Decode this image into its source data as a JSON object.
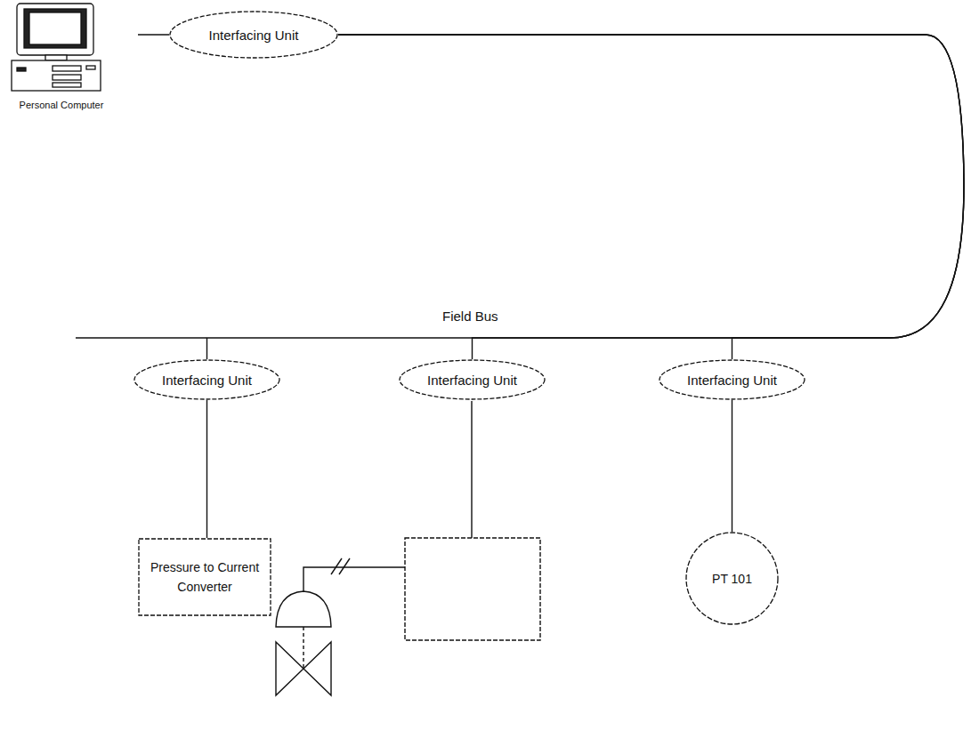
{
  "diagram": {
    "nodes": [
      {
        "text": [
          "Personal Computer"
        ]
      },
      {
        "text": [
          "Interfacing Unit"
        ]
      },
      {
        "text": [
          "Interfacing Unit"
        ]
      },
      {
        "text": [
          "Interfacing Unit"
        ]
      },
      {
        "text": [
          "Interfacing Unit"
        ]
      },
      {
        "text": [
          "Pressure to Current Converter"
        ]
      },
      {
        "text": [
          "PT 101"
        ]
      }
    ],
    "edges": [
      {
        "from": 0,
        "to": 1,
        "arrow": "none"
      },
      {
        "from": 1,
        "to": 2,
        "arrow": "none"
      },
      {
        "from": 1,
        "to": 3,
        "arrow": "none"
      },
      {
        "from": 1,
        "to": 4,
        "arrow": "none"
      },
      {
        "from": 2,
        "to": 5,
        "arrow": "none"
      },
      {
        "from": 4,
        "to": 6,
        "arrow": "none"
      }
    ],
    "labels": [
      "Field Bus"
    ]
  }
}
